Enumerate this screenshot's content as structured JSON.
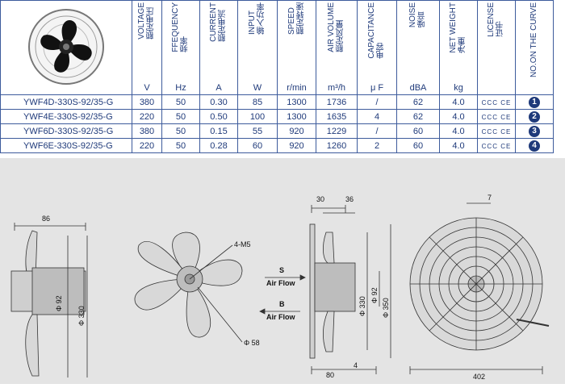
{
  "columns": [
    {
      "en": "VOLTAGE",
      "cn": "额定电压",
      "unit": "V"
    },
    {
      "en": "FFEQUENCY",
      "cn": "频率",
      "unit": "Hz"
    },
    {
      "en": "CURRENT",
      "cn": "额定电流",
      "unit": "A"
    },
    {
      "en": "INPUT",
      "cn": "输入功率",
      "unit": "W"
    },
    {
      "en": "SPEED",
      "cn": "额定转速",
      "unit": "r/min"
    },
    {
      "en": "AIR VOLUME",
      "cn": "额定风量",
      "unit": "m³/h"
    },
    {
      "en": "CAPACITANCE",
      "cn": "电容",
      "unit": "μ F"
    },
    {
      "en": "NOISE",
      "cn": "噪音",
      "unit": "dBA"
    },
    {
      "en": "NET WEIGHT",
      "cn": "净重",
      "unit": "kg"
    },
    {
      "en": "LICENSE",
      "cn": "证书",
      "unit": ""
    },
    {
      "en": "NO.ON THE CURVE",
      "cn": "",
      "unit": ""
    }
  ],
  "rows": [
    {
      "model": "YWF4D-330S-92/35-G",
      "voltage": "380",
      "freq": "50",
      "current": "0.30",
      "input": "85",
      "speed": "1300",
      "air": "1736",
      "cap": "/",
      "noise": "62",
      "weight": "4.0",
      "license": "CCC CE",
      "curve": "1"
    },
    {
      "model": "YWF4E-330S-92/35-G",
      "voltage": "220",
      "freq": "50",
      "current": "0.50",
      "input": "100",
      "speed": "1300",
      "air": "1635",
      "cap": "4",
      "noise": "62",
      "weight": "4.0",
      "license": "CCC CE",
      "curve": "2"
    },
    {
      "model": "YWF6D-330S-92/35-G",
      "voltage": "380",
      "freq": "50",
      "current": "0.15",
      "input": "55",
      "speed": "920",
      "air": "1229",
      "cap": "/",
      "noise": "60",
      "weight": "4.0",
      "license": "CCC CE",
      "curve": "3"
    },
    {
      "model": "YWF6E-330S-92/35-G",
      "voltage": "220",
      "freq": "50",
      "current": "0.28",
      "input": "60",
      "speed": "920",
      "air": "1260",
      "cap": "2",
      "noise": "60",
      "weight": "4.0",
      "license": "CCC CE",
      "curve": "4"
    }
  ],
  "drawing": {
    "dim_86": "86",
    "dim_phi92_left": "Φ 92",
    "dim_phi330_left": "Φ 330",
    "dim_4m5": "4-M5",
    "dim_phi58": "Φ 58",
    "flow_s": "S",
    "flow_s_label": "Air Flow",
    "flow_b": "B",
    "flow_b_label": "Air Flow",
    "dim_30": "30",
    "dim_36": "36",
    "dim_phi330_mid": "Φ 330",
    "dim_phi92_mid": "Φ 92",
    "dim_phi350": "Φ 350",
    "dim_80": "80",
    "dim_4": "4",
    "dim_7": "7",
    "dim_402": "402"
  },
  "colors": {
    "table_text": "#1f3a7a",
    "table_border": "#3d5b9c",
    "drawing_bg": "#e4e4e4"
  }
}
